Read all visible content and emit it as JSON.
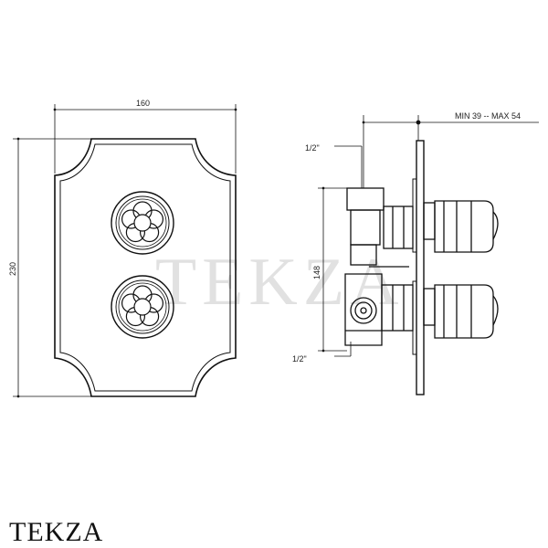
{
  "brand": {
    "name": "TEKZA"
  },
  "watermark": {
    "text": "TEKZA"
  },
  "front_view": {
    "width_label": "160",
    "height_label": "230"
  },
  "side_view": {
    "depth_label": "MIN 39 -- MAX 54",
    "spacing_label": "148",
    "top_inlet_label": "1/2\"",
    "bottom_inlet_label": "1/2\""
  }
}
